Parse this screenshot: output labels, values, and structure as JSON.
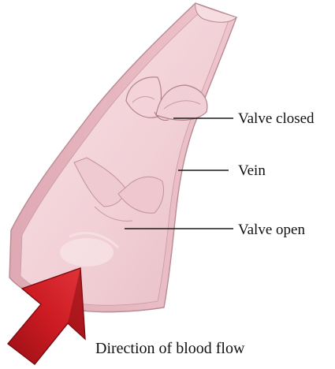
{
  "labels": {
    "valve_closed": "Valve closed",
    "vein": "Vein",
    "valve_open": "Valve open"
  },
  "caption": "Direction of blood flow",
  "colors": {
    "vein_wall": "#e9b9c2",
    "vein_wall_edge": "#b98a93",
    "vein_lumen": "#f3d7dc",
    "valve_leaflet": "#efc9d0",
    "arrow_fill": "#c0161e",
    "arrow_dark": "#8a0d12",
    "leader_line": "#1a1a1a"
  }
}
